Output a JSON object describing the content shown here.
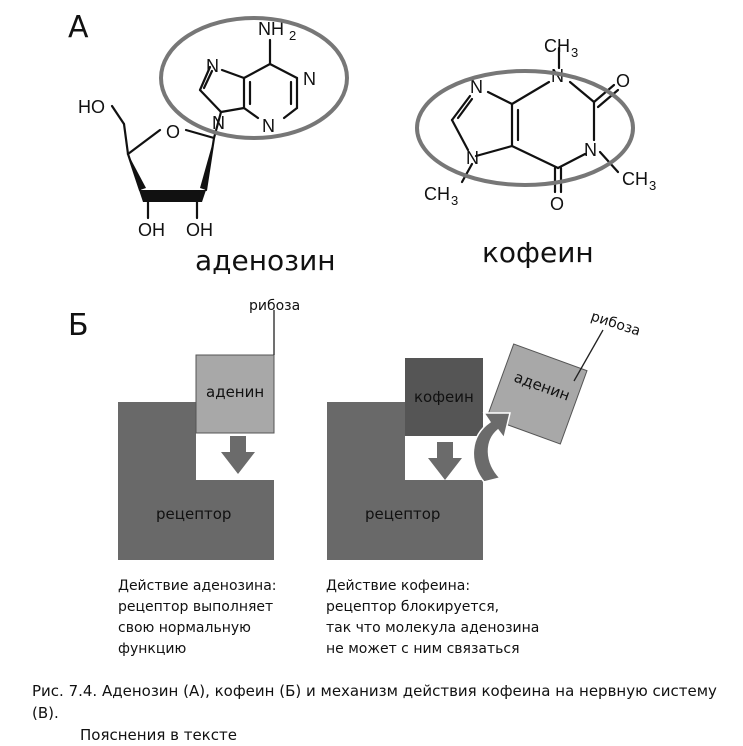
{
  "panels": {
    "a": {
      "label": "А",
      "adenosine": {
        "name": "аденозин",
        "atoms": {
          "n": "N",
          "nh2_base": "NH",
          "nh2_sub": "2",
          "o": "O",
          "ho": "HO",
          "oh": "OH"
        }
      },
      "caffeine": {
        "name": "кофеин",
        "atoms": {
          "n": "N",
          "o": "O",
          "ch": "CH",
          "ch_sub": "3"
        }
      }
    },
    "b": {
      "label": "Б",
      "left": {
        "ribose": "рибоза",
        "adenine": "аденин",
        "receptor": "рецептор",
        "caption": [
          "Действие аденозина:",
          "рецептор выполняет",
          "свою нормальную",
          "функцию"
        ]
      },
      "right": {
        "ribose": "рибоза",
        "adenine": "аденин",
        "caffeine": "кофеин",
        "receptor": "рецептор",
        "caption": [
          "Действие кофеина:",
          "рецептор блокируется,",
          "так что молекула аденозина",
          "не может с ним связаться"
        ]
      }
    }
  },
  "figure_caption": {
    "line1": "Рис. 7.4. Аденозин (А), кофеин (Б) и механизм действия кофеина на нервную систему (В).",
    "line2": "Пояснения в тексте"
  },
  "colors": {
    "receptor": "#696969",
    "adenine": "#a8a8a8",
    "caffeine_block": "#555555",
    "ellipse": "#777777",
    "arrow": "#6b6b6b"
  }
}
